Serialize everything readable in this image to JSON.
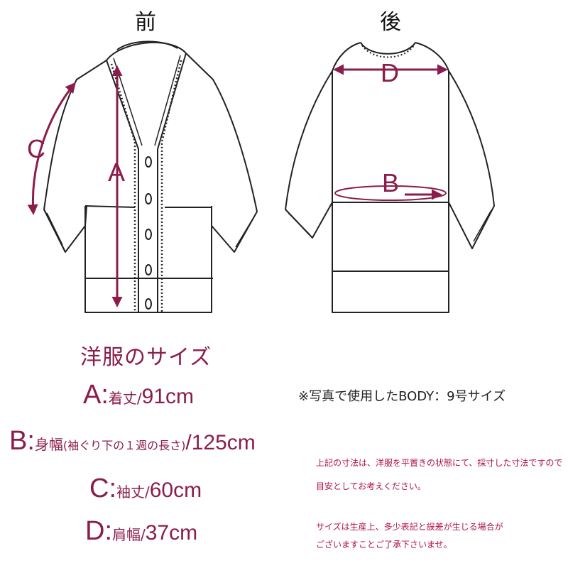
{
  "views": {
    "front": "前",
    "back": "後"
  },
  "markers": {
    "A": "A",
    "B": "B",
    "C": "C",
    "D": "D"
  },
  "title": "洋服のサイズ",
  "measurements": [
    {
      "key": "A:",
      "name": "着丈/",
      "note": "",
      "value": "91cm"
    },
    {
      "key": "B:",
      "name": "身幅",
      "note": "(袖ぐり下の１週の長さ)",
      "value": "/125cm"
    },
    {
      "key": "C:",
      "name": "袖丈/",
      "note": "",
      "value": "60cm"
    },
    {
      "key": "D:",
      "name": "肩幅/",
      "note": "",
      "value": "37cm"
    }
  ],
  "body_note": "※写真で使用したBODY：9号サイズ",
  "notes": [
    "上記の寸法は、洋服を平置きの状態にて、採寸した寸法ですので",
    "目安としてお考えください。",
    "サイズは生産上、多少表記と誤差が生じる場合が",
    "ございますことご了承下さいませ。"
  ],
  "colors": {
    "accent": "#8b1d4c",
    "line": "#222222",
    "note_text": "#b0114a"
  }
}
